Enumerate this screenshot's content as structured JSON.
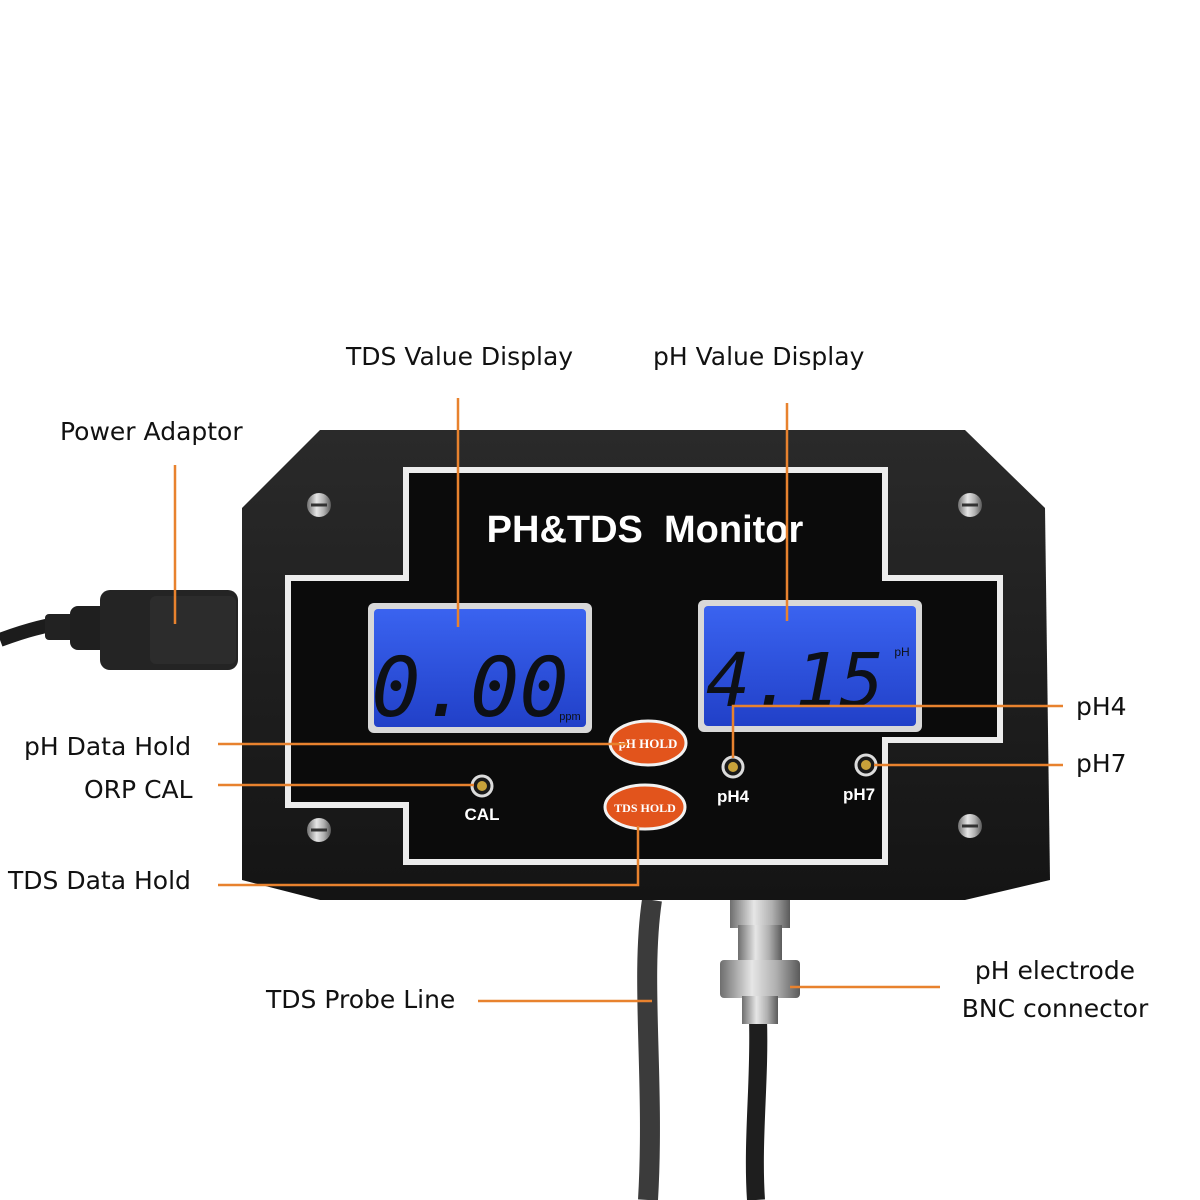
{
  "device": {
    "title": "PH&TDS  Monitor",
    "tds_display": {
      "value": "0.00",
      "unit": "ppm"
    },
    "ph_display": {
      "value": "4.15",
      "unit": "pH"
    },
    "buttons": {
      "ph_hold": "pH HOLD",
      "tds_hold": "TDS HOLD"
    },
    "trimmers": {
      "cal": "CAL",
      "ph4": "pH4",
      "ph7": "pH7"
    }
  },
  "callouts": {
    "tds_value_display": "TDS Value Display",
    "ph_value_display": "pH Value Display",
    "power_adaptor": "Power Adaptor",
    "ph_data_hold": "pH Data Hold",
    "orp_cal": "ORP CAL",
    "tds_data_hold": "TDS Data Hold",
    "tds_probe_line": "TDS Probe Line",
    "ph4": "pH4",
    "ph7": "pH7",
    "ph_electrode_line1": "pH electrode",
    "ph_electrode_line2": "BNC connector"
  },
  "colors": {
    "callout_line": "#e8822e",
    "lcd": "#2d4fe0",
    "button_orange": "#e2541c",
    "body": "#1a1a1a"
  }
}
